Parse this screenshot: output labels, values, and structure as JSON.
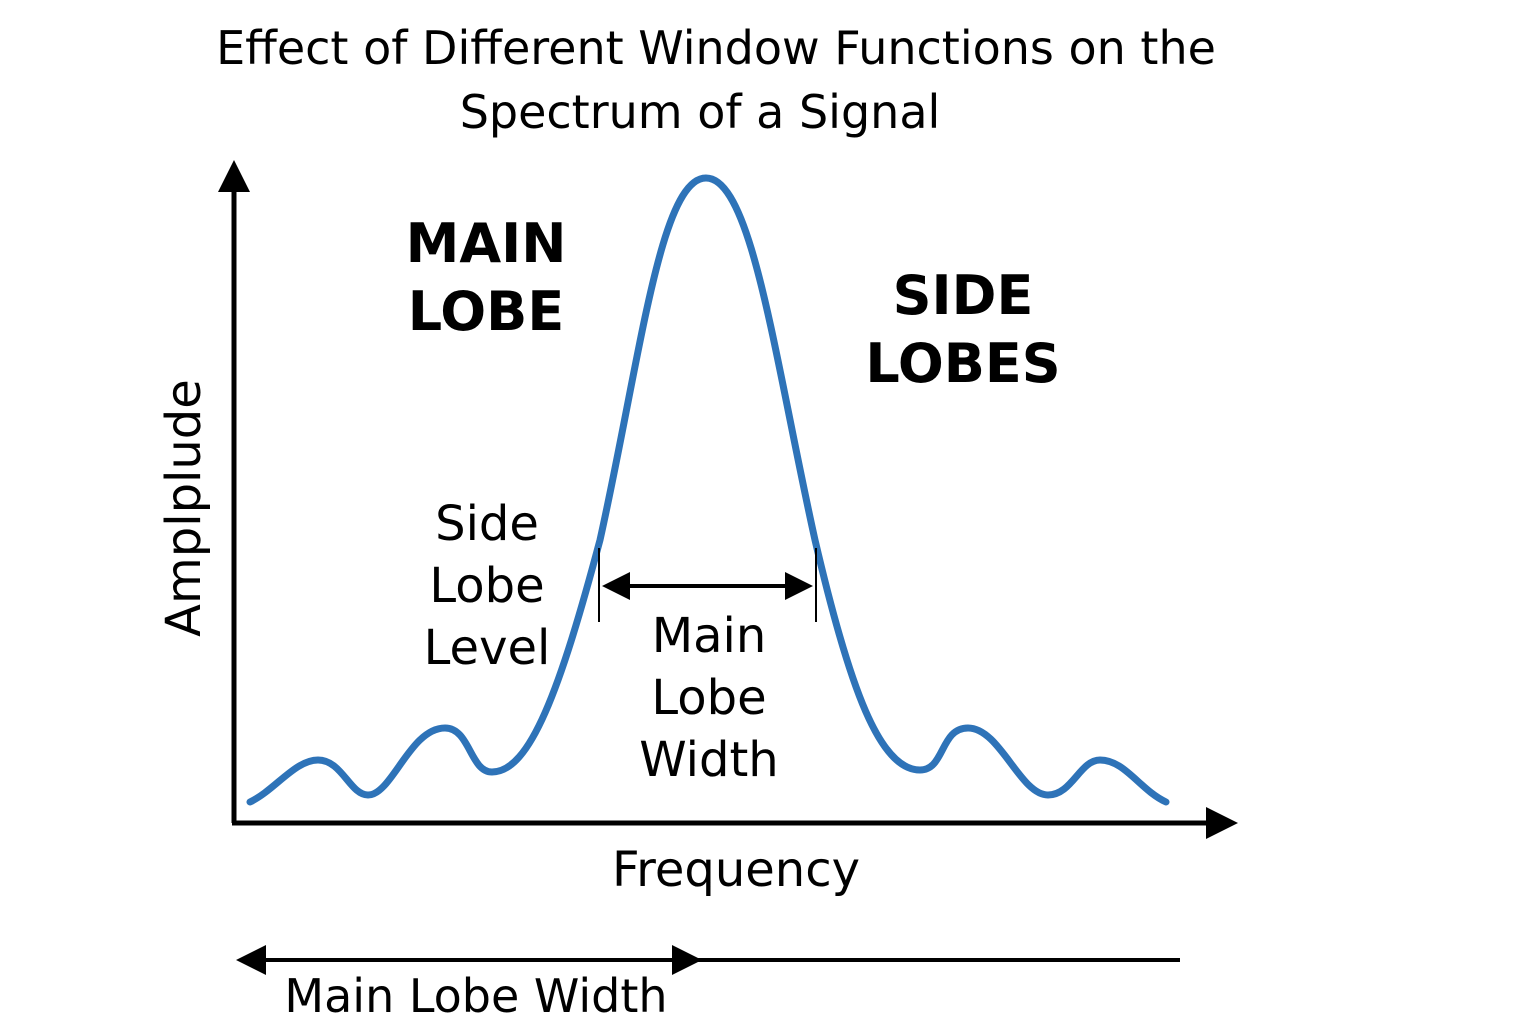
{
  "title": {
    "line1": "Effect of Different Window Functions on the",
    "line2": "Spectrum of a Signal"
  },
  "axes": {
    "y_label": "Amplplude",
    "x_label": "Frequency"
  },
  "annotations": {
    "main_lobe": [
      "MAIN",
      "LOBE"
    ],
    "side_lobes": [
      "SIDE",
      "LOBES"
    ],
    "side_lobe_level": [
      "Side",
      "Lobe",
      "Level"
    ],
    "main_lobe_width": [
      "Main",
      "Lobe",
      "Width"
    ],
    "bottom_width_label": "Main Lobe Width"
  },
  "colors": {
    "curve": "#2e73b8",
    "ink": "#000000",
    "background": "#ffffff"
  }
}
